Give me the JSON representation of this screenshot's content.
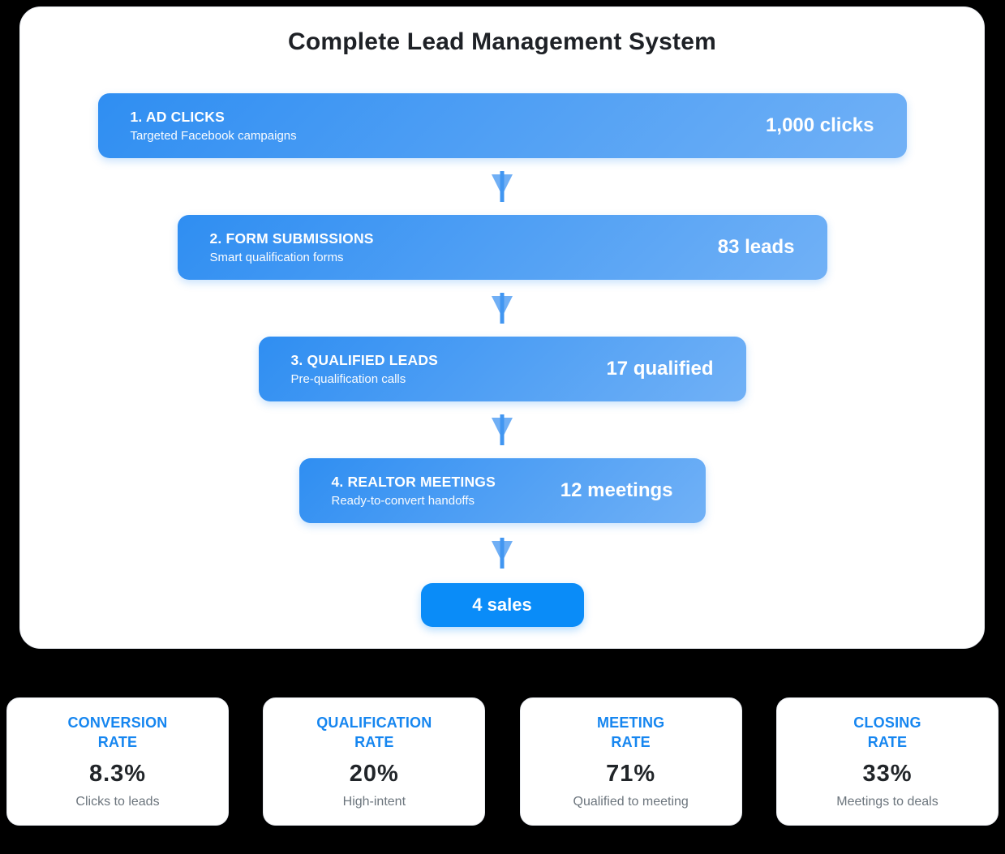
{
  "header": {
    "title": "Complete Lead Management System"
  },
  "funnel": {
    "stages": [
      {
        "name": "1. AD CLICKS",
        "description": "Targeted Facebook campaigns",
        "value": "1,000 clicks"
      },
      {
        "name": "2. FORM SUBMISSIONS",
        "description": "Smart qualification forms",
        "value": "83 leads"
      },
      {
        "name": "3. QUALIFIED LEADS",
        "description": "Pre-qualification calls",
        "value": "17 qualified"
      },
      {
        "name": "4. REALTOR MEETINGS",
        "description": "Ready-to-convert handoffs",
        "value": "12 meetings"
      }
    ],
    "result": {
      "label": "4 sales"
    }
  },
  "metrics": [
    {
      "title": "CONVERSION\nRATE",
      "value": "8.3%",
      "caption": "Clicks to leads"
    },
    {
      "title": "QUALIFICATION\nRATE",
      "value": "20%",
      "caption": "High-intent"
    },
    {
      "title": "MEETING\nRATE",
      "value": "71%",
      "caption": "Qualified to meeting"
    },
    {
      "title": "CLOSING\nRATE",
      "value": "33%",
      "caption": "Meetings to deals"
    }
  ],
  "colors": {
    "page_background": "#000000",
    "stage_gradient_start": "#2f8ef2",
    "stage_gradient_end": "#71b1f6",
    "arrow_stem": "#4196f1",
    "arrow_head": "#70aff5",
    "sales_button": "#0a8cf8",
    "metric_title_blue": "#1686f0",
    "metric_value_dark": "#212529",
    "metric_caption_gray": "#6c757d"
  }
}
